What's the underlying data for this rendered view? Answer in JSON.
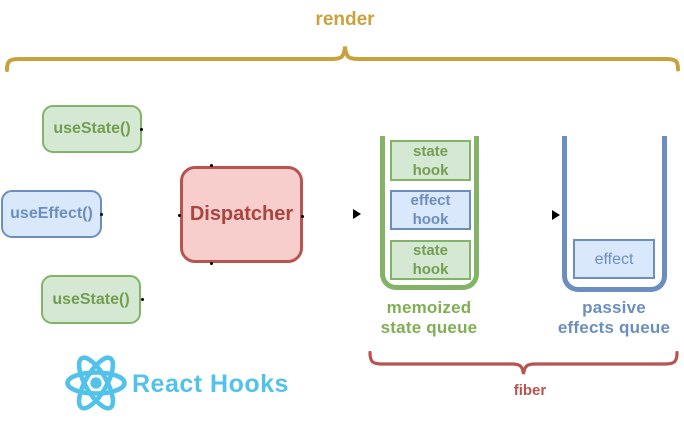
{
  "diagram_title": "React Hooks",
  "render_bracket": {
    "label": "render"
  },
  "hook_calls": {
    "use_state_1": "useState()",
    "use_effect": "useEffect()",
    "use_state_2": "useState()"
  },
  "dispatcher": {
    "label": "Dispatcher"
  },
  "queues": {
    "memoized": {
      "items": [
        {
          "label": "state hook",
          "type": "state"
        },
        {
          "label": "effect hook",
          "type": "effect"
        },
        {
          "label": "state hook",
          "type": "state"
        }
      ],
      "caption_line1": "memoized",
      "caption_line2": "state queue"
    },
    "passive": {
      "items": [
        {
          "label": "effect",
          "type": "effect"
        }
      ],
      "caption_line1": "passive",
      "caption_line2": "effects queue"
    }
  },
  "fiber_bracket": {
    "label": "fiber"
  },
  "branding": {
    "label": "React Hooks"
  },
  "palette": {
    "green_fill": "#d5e8d4",
    "green_stroke": "#82b366",
    "green_text": "#739e51",
    "blue_fill": "#dae8fc",
    "blue_stroke": "#6c8ebf",
    "red_fill": "#f8cecc",
    "red_stroke": "#b85450",
    "red_text": "#a9443f",
    "gold": "#c9a23d",
    "fiber_red": "#b85450",
    "react_cyan": "#52c2ea",
    "background": "#ffffff"
  }
}
